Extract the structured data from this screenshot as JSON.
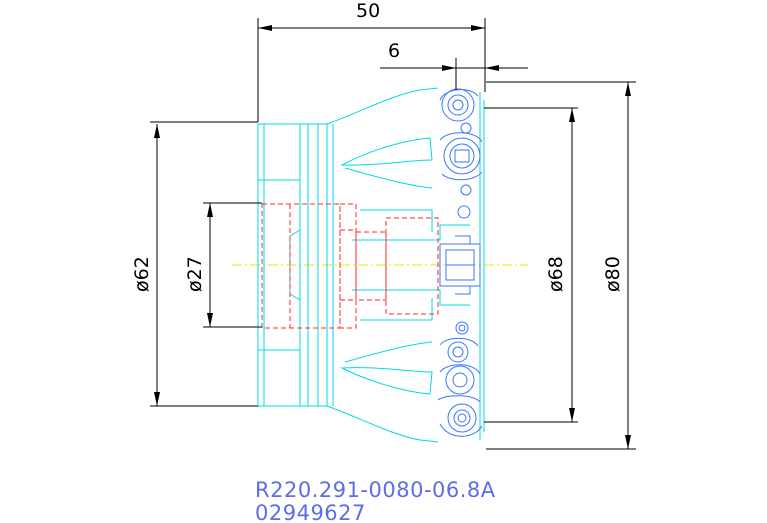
{
  "dimensions": {
    "overall_length": "50",
    "insert_offset": "6",
    "d62": "ø62",
    "d27": "ø27",
    "d68": "ø68",
    "d80": "ø80"
  },
  "part": {
    "designation": "R220.291-0080-06.8A",
    "order_number": "02949627"
  },
  "colors": {
    "outline": "#00d8e8",
    "insert_detail": "#3a74ff",
    "hidden_bore": "#ff2a2a",
    "centerline": "#f0e000",
    "dimension": "#000000",
    "label": "#5b6ee8"
  }
}
